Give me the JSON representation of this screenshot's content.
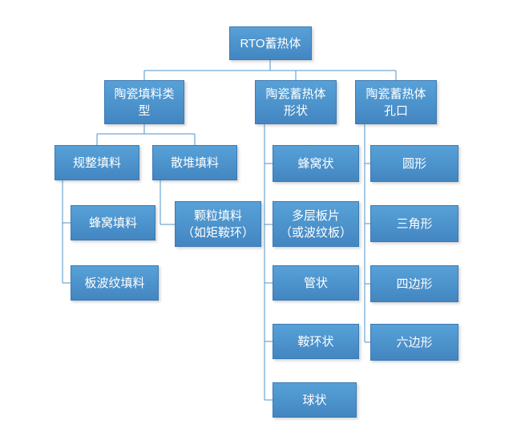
{
  "diagram": {
    "root": {
      "label": "RTO蓄热体"
    },
    "branch_packing_type": {
      "label": "陶瓷填料类\n型",
      "structured_packing": {
        "label": "规整填料"
      },
      "honeycomb_packing": {
        "label": "蜂窝填料"
      },
      "plate_corrugated_packing": {
        "label": "板波纹填料"
      },
      "random_packing": {
        "label": "散堆填料"
      },
      "granular_packing": {
        "label": "颗粒填料\n（如矩鞍环）"
      }
    },
    "branch_shape": {
      "label": "陶瓷蓄热体\n形状",
      "items": [
        {
          "label": "蜂窝状"
        },
        {
          "label": "多层板片\n（或波纹板）"
        },
        {
          "label": "管状"
        },
        {
          "label": "鞍环状"
        },
        {
          "label": "球状"
        }
      ]
    },
    "branch_orifice": {
      "label": "陶瓷蓄热体\n孔口",
      "items": [
        {
          "label": "圆形"
        },
        {
          "label": "三角形"
        },
        {
          "label": "四边形"
        },
        {
          "label": "六边形"
        }
      ]
    },
    "colors": {
      "box_gradient_top": "#57a1d8",
      "box_gradient_bottom": "#4386c1",
      "box_border": "#3d7ab3",
      "connector": "#4f93cc",
      "text": "#ffffff",
      "background": "#ffffff"
    }
  }
}
